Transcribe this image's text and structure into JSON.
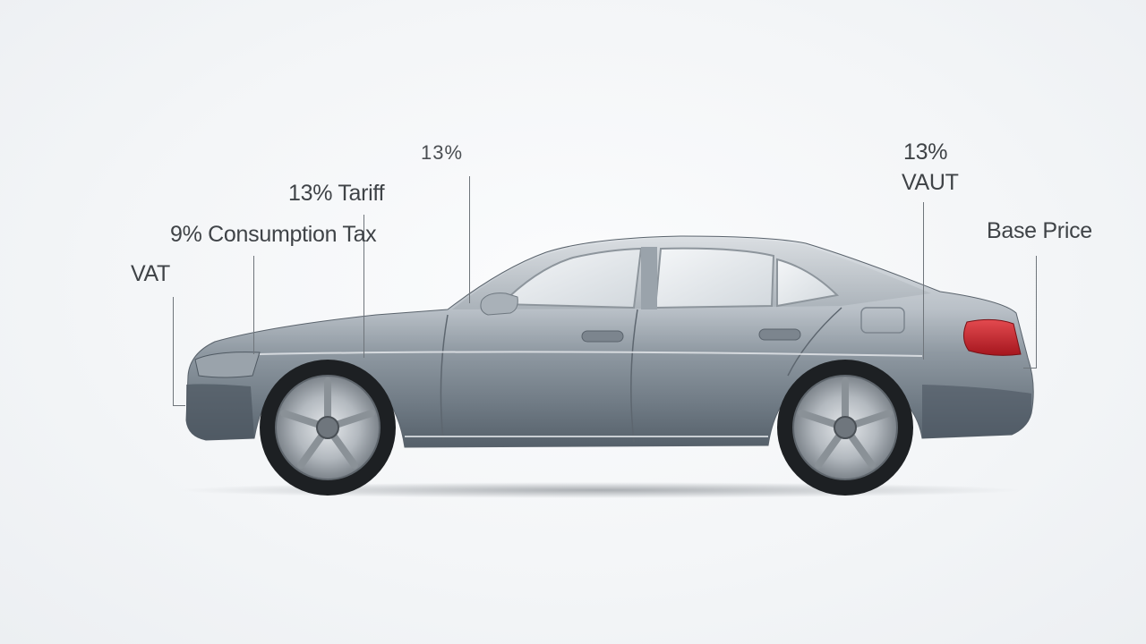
{
  "annotations": {
    "vat_left": "VAT",
    "consumption_tax": "9% Consumption Tax",
    "tariff": "13% Tariff",
    "garbled_top": "13%",
    "vat_right_rate": "13%",
    "vat_right": "VAUT",
    "base_price": "Base Price"
  },
  "colors": {
    "body_top": "#c9ced3",
    "body_mid": "#9aa3ab",
    "body_lower": "#6f7a84",
    "body_dark": "#4b5560",
    "glass": "#e6eaee",
    "tire": "#1d2023",
    "rim": "#b8bec4",
    "taillight": "#c8202a",
    "shadow": "#9aa0a6",
    "leader": "#6f757b",
    "text": "#3f4347"
  }
}
